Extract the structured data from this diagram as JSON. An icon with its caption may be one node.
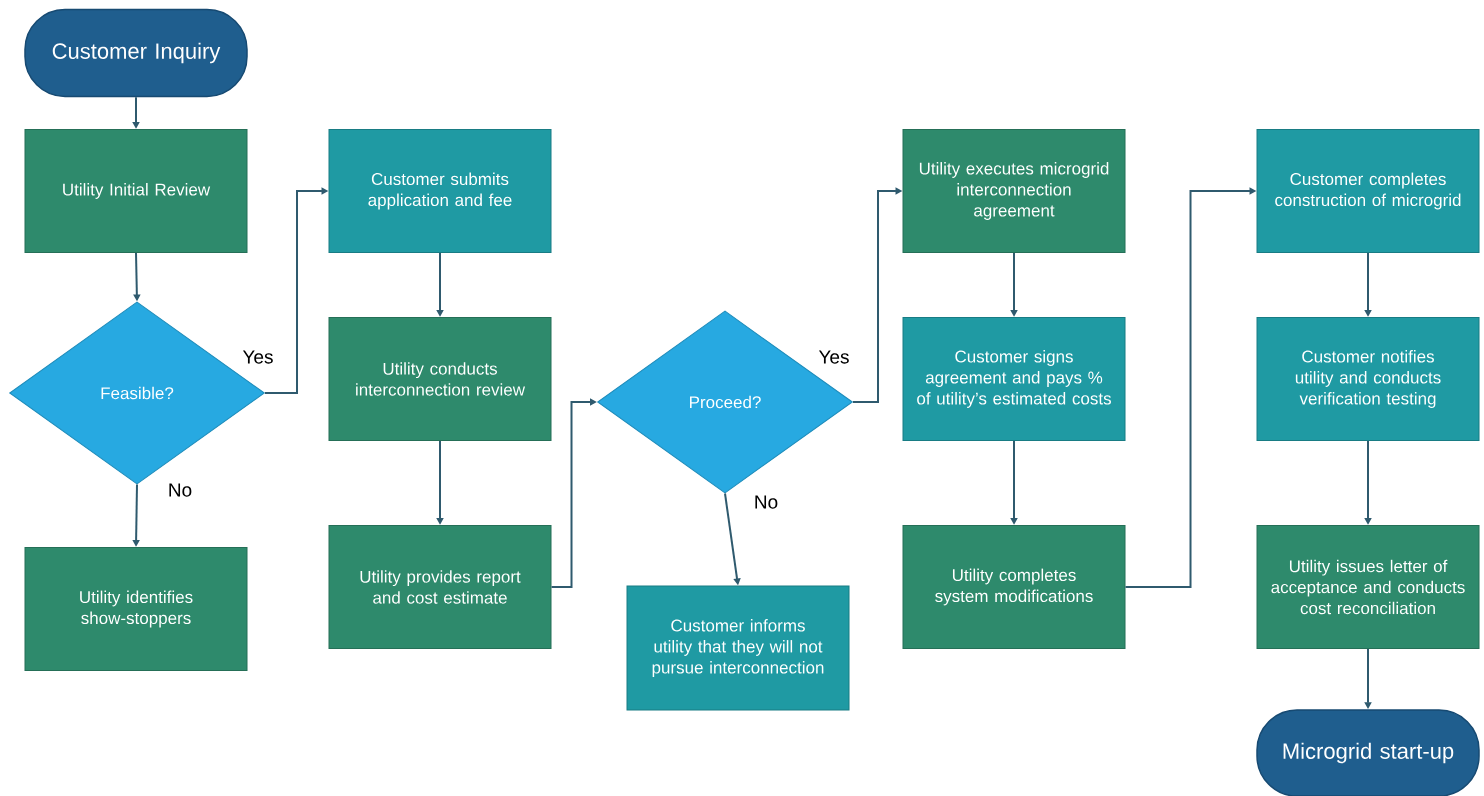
{
  "diagram": {
    "nodes": [
      {
        "text": [
          "Customer Inquiry"
        ]
      },
      {
        "text": [
          "Utility Initial Review"
        ]
      },
      {
        "text": [
          "Feasible?"
        ]
      },
      {
        "text": [
          "Utility identifies show-stoppers"
        ]
      },
      {
        "text": [
          "Customer submits application and fee"
        ]
      },
      {
        "text": [
          "Utility conducts interconnection review"
        ]
      },
      {
        "text": [
          "Utility provides report and cost estimate"
        ]
      },
      {
        "text": [
          "Proceed?"
        ]
      },
      {
        "text": [
          "Customer informs utility that they will not pursue interconnection"
        ]
      },
      {
        "text": [
          "Utility executes microgrid interconnection agreement"
        ]
      },
      {
        "text": [
          "Customer signs agreement and pays % of utility’s estimated costs"
        ]
      },
      {
        "text": [
          "Utility completes system modifications"
        ]
      },
      {
        "text": [
          "Customer completes construction of microgrid"
        ]
      },
      {
        "text": [
          "Customer notifies utility and conducts verification testing"
        ]
      },
      {
        "text": [
          "Utility issues letter of acceptance and conducts cost reconciliation"
        ]
      },
      {
        "text": [
          "Microgrid start-up"
        ]
      }
    ],
    "edges": [
      {
        "from": 0,
        "to": 1,
        "arrow": "to"
      },
      {
        "from": 1,
        "to": 2,
        "arrow": "to"
      },
      {
        "from": 2,
        "to": 4,
        "arrow": "to",
        "label": "Yes"
      },
      {
        "from": 2,
        "to": 3,
        "arrow": "to",
        "label": "No"
      },
      {
        "from": 4,
        "to": 5,
        "arrow": "to"
      },
      {
        "from": 5,
        "to": 6,
        "arrow": "to"
      },
      {
        "from": 6,
        "to": 7,
        "arrow": "to"
      },
      {
        "from": 7,
        "to": 9,
        "arrow": "to",
        "label": "Yes"
      },
      {
        "from": 7,
        "to": 8,
        "arrow": "to",
        "label": "No"
      },
      {
        "from": 9,
        "to": 10,
        "arrow": "to"
      },
      {
        "from": 10,
        "to": 11,
        "arrow": "to"
      },
      {
        "from": 11,
        "to": 12,
        "arrow": "to"
      },
      {
        "from": 12,
        "to": 13,
        "arrow": "to"
      },
      {
        "from": 13,
        "to": 14,
        "arrow": "to"
      },
      {
        "from": 14,
        "to": 15,
        "arrow": "to"
      }
    ]
  }
}
